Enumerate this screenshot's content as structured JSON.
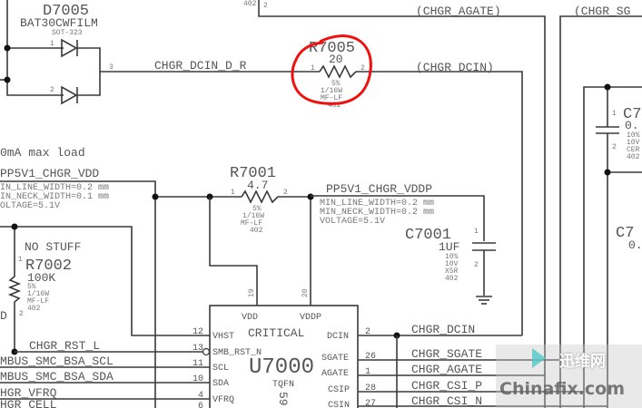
{
  "top": {
    "partial_ref": "402",
    "partial_pin": "2",
    "agate_offpage": "(CHGR_AGATE)",
    "sgate_offpage": "(CHGR_SG",
    "dcin_offpage": "(CHGR_DCIN)"
  },
  "d7005": {
    "ref": "D7005",
    "part": "BAT30CWFILM",
    "package": "SOT-323",
    "pin1": "1",
    "pin2": "2",
    "pin3": "3"
  },
  "net_dcin_d_r": "CHGR_DCIN_D_R",
  "r7005": {
    "ref": "R7005",
    "value": "20",
    "tol": "5%",
    "power": "1/16W",
    "type": "MF-LF",
    "size": "402",
    "pin1": "1",
    "pin2": "2",
    "highlight_color": "#ee1111"
  },
  "c_right_top": {
    "ref": "C7",
    "value": "0.",
    "l1": "10%",
    "l2": "10V",
    "l3": "CER",
    "l4": "402",
    "pin1": "1",
    "pin2": "2"
  },
  "c_right_bottom": {
    "ref": "C7",
    "value": "0."
  },
  "note_load": "0mA max load",
  "vdd_net": {
    "name": "PP5V1_CHGR_VDD",
    "l1": "IN_LINE_WIDTH=0.2 mm",
    "l2": "IN_NECK_WIDTH=0.1 mm",
    "l3": "OLTAGE=5.1V"
  },
  "r7001": {
    "ref": "R7001",
    "value": "4.7",
    "tol": "5%",
    "power": "1/16W",
    "type": "MF-LF",
    "size": "402",
    "pin1": "1",
    "pin2": "2"
  },
  "vddp_net": {
    "name": "PP5V1_CHGR_VDDP",
    "l1": "MIN_LINE_WIDTH=0.2 mm",
    "l2": "MIN_NECK_WIDTH=0.2 mm",
    "l3": "VOLTAGE=5.1V"
  },
  "c7001": {
    "ref": "C7001",
    "value": "1UF",
    "tol": "10%",
    "volt": "10V",
    "diel": "X5R",
    "size": "402",
    "pin1": "1",
    "pin2": "2"
  },
  "r7002": {
    "note": "NO STUFF",
    "ref": "R7002",
    "value": "100K",
    "tol": "5%",
    "power": "1/16W",
    "type": "MF-LF",
    "size": "402",
    "pin1": "1",
    "pin2": "2",
    "partial_left": "D"
  },
  "u7000": {
    "ref": "U7000",
    "critical": "CRITICAL",
    "package": "TQFN",
    "partial_num": "59",
    "top_pins": [
      {
        "name": "VDD",
        "num": "19"
      },
      {
        "name": "VDDP",
        "num": "20"
      }
    ],
    "left_pins": [
      {
        "name": "VHST",
        "num": "12",
        "net": ""
      },
      {
        "name": "SMB_RST_N",
        "num": "13",
        "net": "CHGR_RST_L"
      },
      {
        "name": "SCL",
        "num": "11",
        "net": "MBUS_SMC_BSA_SCL"
      },
      {
        "name": "SDA",
        "num": "10",
        "net": "MBUS_SMC_BSA_SDA"
      },
      {
        "name": "VFRQ",
        "num": "4",
        "net": "HGR_VFRQ"
      },
      {
        "name": "",
        "num": "6",
        "net": "HGR_CELL"
      }
    ],
    "right_pins": [
      {
        "name": "DCIN",
        "num": "2",
        "net": "CHGR_DCIN"
      },
      {
        "name": "SGATE",
        "num": "26",
        "net": "CHGR_SGATE"
      },
      {
        "name": "AGATE",
        "num": "1",
        "net": "CHGR_AGATE"
      },
      {
        "name": "CSIP",
        "num": "28",
        "net": "CHGR_CSI_P"
      },
      {
        "name": "CSIN",
        "num": "27",
        "net": "CHGR_CSI_N"
      }
    ]
  },
  "watermark": {
    "cn": "迅维网",
    "en": "Chinafix.com"
  }
}
